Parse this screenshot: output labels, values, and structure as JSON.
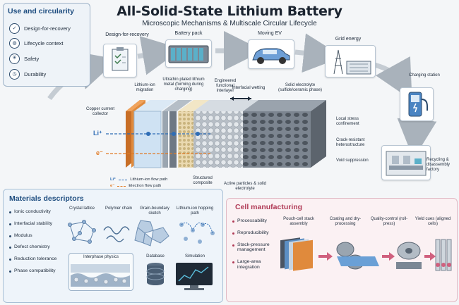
{
  "header": {
    "title": "All-Solid-State Lithium Battery",
    "subtitle": "Microscopic Mechanisms & Multiscale Circular Lifecycle"
  },
  "use_circularity": {
    "title": "Use and circularity",
    "items": [
      {
        "label": "Design-for-recovery",
        "icon": "clipboard-check-icon"
      },
      {
        "label": "Lifecycle context",
        "icon": "globe-icon"
      },
      {
        "label": "Safety",
        "icon": "shield-icon"
      },
      {
        "label": "Durability",
        "icon": "clock-icon"
      }
    ]
  },
  "lifecycle": {
    "design": "Design-for-recovery",
    "pack": "Battery pack",
    "ev": "Moving EV",
    "grid": "Grid energy",
    "charging": "Charging station",
    "recycling": "Recycling & disassembly factory"
  },
  "cell": {
    "copper": "Copper current collector",
    "migration": "Lithium-ion migration",
    "lithium_metal": "Ultrathin plated lithium metal (forming during charging)",
    "interlayer": "Engineered functional interlayer",
    "wetting": "Interfacial wetting",
    "electrolyte": "Solid electrolyte (sulfide/ceramic phase)",
    "stress": "Local stress confinement",
    "crack": "Crack-resistant heterostructure",
    "void": "Void suppression",
    "structured": "Structured composite",
    "active": "Active particles & solid electrolyte",
    "li_plus": "Li⁺",
    "e_minus": "e⁻"
  },
  "legend": [
    {
      "symbol": "Li⁺",
      "label": "Lithium-ion flow path"
    },
    {
      "symbol": "e⁻",
      "label": "Electron flow path"
    }
  ],
  "materials": {
    "title": "Materials descriptors",
    "bullets": [
      "Ionic conductivity",
      "Interfacial stability",
      "Modulus",
      "Defect chemistry",
      "Reduction tolerance",
      "Phase compatibility"
    ],
    "diagrams": [
      "Crystal lattice",
      "Polymer chain",
      "Grain-boundary sketch",
      "Lithium-ion hopping path"
    ],
    "interphase": "Interphase physics",
    "database": "Database",
    "simulation": "Simulation"
  },
  "manufacturing": {
    "title": "Cell manufacturing",
    "bullets": [
      "Processability",
      "Reproducibility",
      "Stack-pressure management",
      "Large-area integration"
    ],
    "steps": [
      "Pouch-cell stack assembly",
      "Coating and dry-processing",
      "Quality-control (roll-press)",
      "Yield cues (aligned cells)"
    ]
  },
  "colors": {
    "accent_blue": "#1f4e80",
    "accent_pink": "#b03a56",
    "copper": "#e08a3c",
    "li_flow": "#2f6db5",
    "e_flow": "#e07a25"
  }
}
